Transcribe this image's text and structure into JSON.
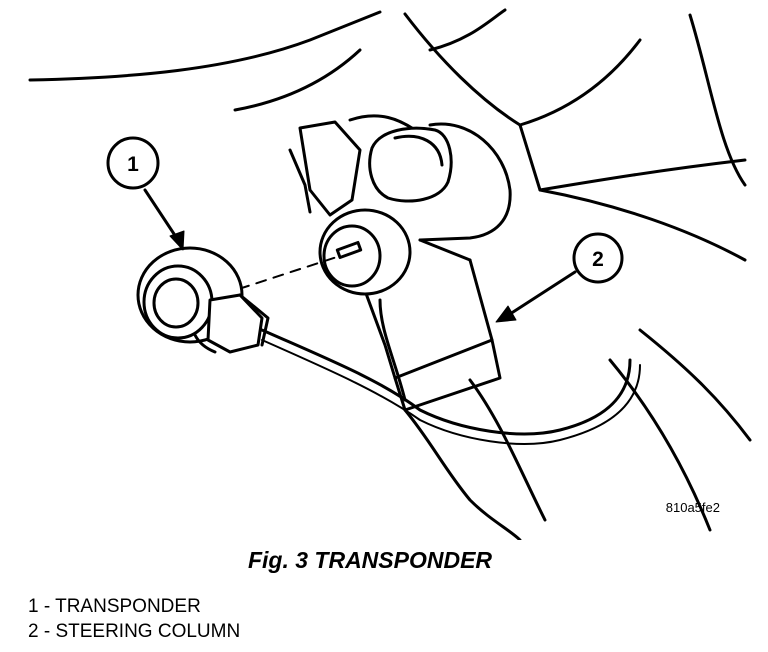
{
  "figure": {
    "caption": "Fig. 3 TRANSPONDER",
    "image_code": "810a5fe2"
  },
  "callouts": [
    {
      "number": "1",
      "label": "TRANSPONDER"
    },
    {
      "number": "2",
      "label": "STEERING COLUMN"
    }
  ],
  "legend": [
    {
      "text": "1 - TRANSPONDER"
    },
    {
      "text": "2 - STEERING COLUMN"
    }
  ],
  "colors": {
    "ink": "#000000",
    "paper": "#ffffff"
  }
}
